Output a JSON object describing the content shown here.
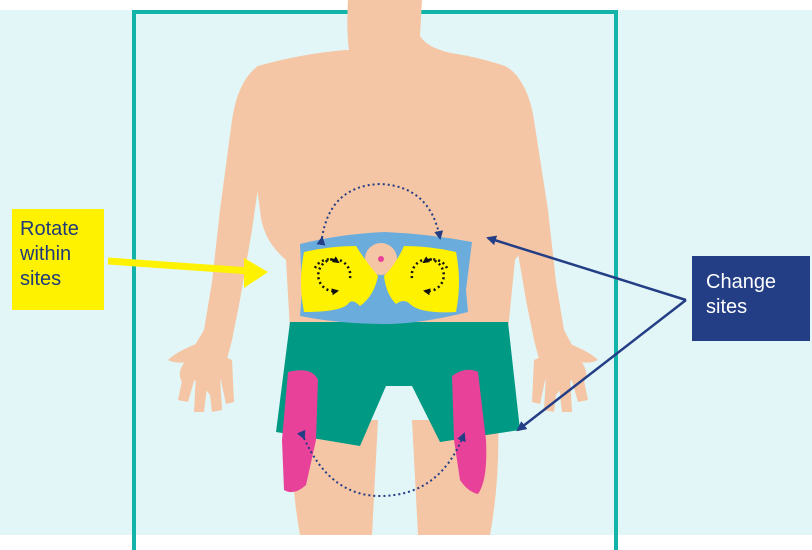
{
  "labels": {
    "rotate": [
      "Rotate",
      "within",
      "sites"
    ],
    "change": [
      "Change",
      "sites"
    ]
  },
  "colors": {
    "background": "#e2f6f7",
    "frame": "#12b3a8",
    "skin": "#f5c6a5",
    "shorts": "#009a84",
    "abdomen_zone": "#6aacdc",
    "rotate_zone": "#fff200",
    "thigh_zone": "#e8419a",
    "arrow_blue": "#243e86",
    "label_yellow": "#fff200",
    "label_blue": "#243e86"
  },
  "icons": [
    "rotate-arrow-icon",
    "change-arrow-icon",
    "circular-rotation-icon",
    "dotted-arc-arrow-icon"
  ]
}
